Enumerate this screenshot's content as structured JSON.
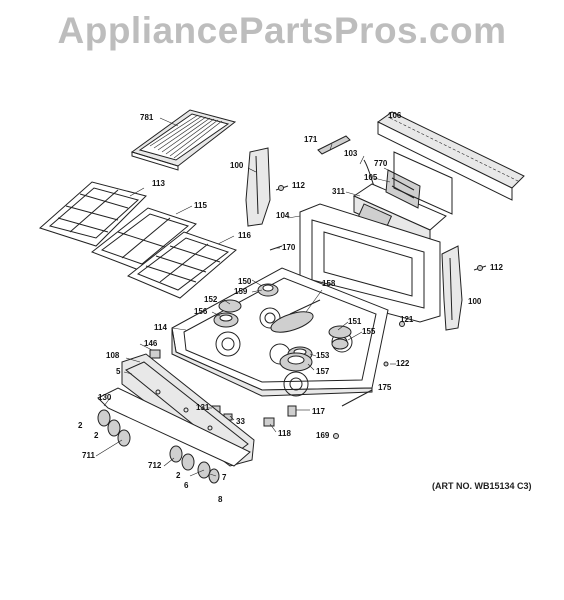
{
  "watermark": "AppliancePartsPros.com",
  "art_number": "(ART NO. WB15134 C3)",
  "labels": {
    "l781": "781",
    "l171": "171",
    "l106": "106",
    "l103": "103",
    "l770": "770",
    "l105": "105",
    "l311": "311",
    "l100a": "100",
    "l112a": "112",
    "l113": "113",
    "l115": "115",
    "l104": "104",
    "l116": "116",
    "l170": "170",
    "l112b": "112",
    "l150": "150",
    "l158": "158",
    "l159": "159",
    "l100b": "100",
    "l152": "152",
    "l151": "151",
    "l156": "156",
    "l121": "121",
    "l114": "114",
    "l155": "155",
    "l146": "146",
    "l108": "108",
    "l153": "153",
    "l122": "122",
    "l5": "5",
    "l157": "157",
    "l175": "175",
    "l130": "130",
    "l131": "131",
    "l117": "117",
    "l2a": "2",
    "l33": "33",
    "l2b": "2",
    "l118": "118",
    "l711": "711",
    "l169": "169",
    "l712": "712",
    "l7": "7",
    "l2c": "2",
    "l6": "6",
    "l8": "8"
  }
}
